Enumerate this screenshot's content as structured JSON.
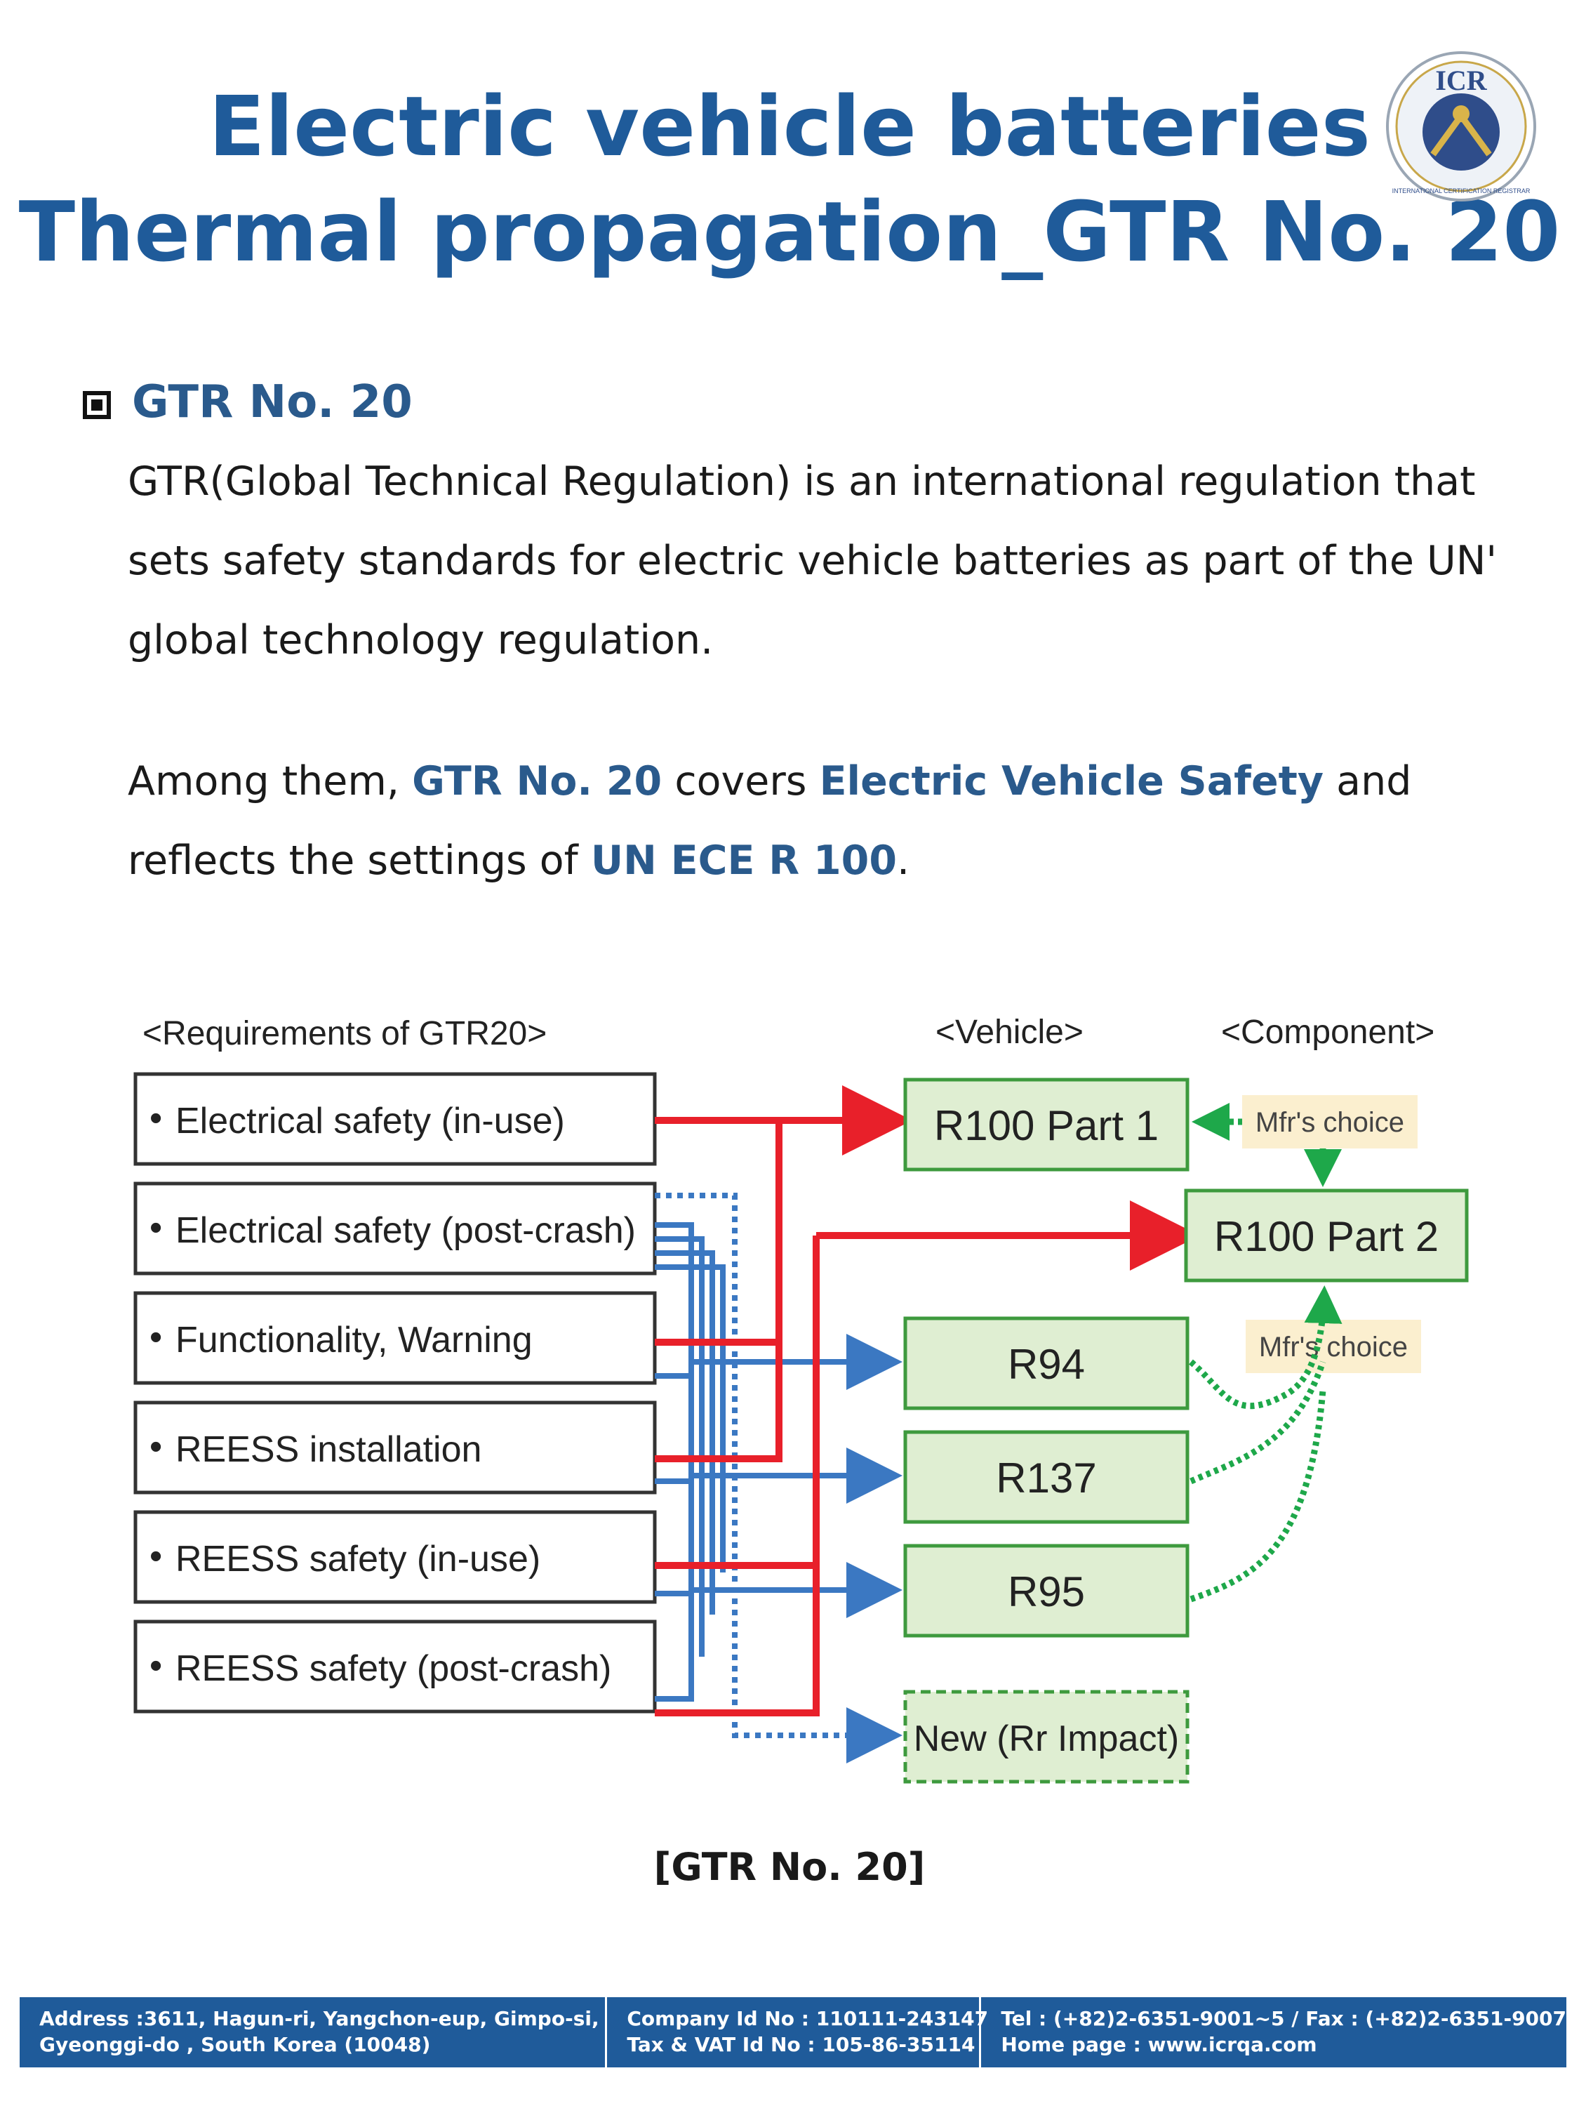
{
  "header": {
    "title_line1": "Electric vehicle batteries",
    "title_line2": "Thermal propagation_GTR No. 20"
  },
  "logo": {
    "text": "ICR",
    "ring_text": "INTERNATIONAL CERTIFICATION REGISTRAR"
  },
  "section": {
    "heading": "GTR No. 20",
    "para1": "GTR(Global Technical Regulation) is an international regulation that sets safety standards for electric vehicle batteries as part of the UN' global technology regulation.",
    "para2": {
      "t1": "Among them, ",
      "b1": "GTR No. 20",
      "t2": " covers ",
      "b2": "Electric Vehicle Safety",
      "t3": " and reflects the settings of ",
      "b3": "UN ECE R 100",
      "t4": "."
    }
  },
  "diagram": {
    "requirements_header": "<Requirements of GTR20>",
    "vehicle_header": "<Vehicle>",
    "component_header": "<Component>",
    "requirements": [
      "Electrical safety (in-use)",
      "Electrical safety (post-crash)",
      "Functionality, Warning",
      "REESS installation",
      "REESS safety (in-use)",
      "REESS safety (post-crash)"
    ],
    "bullet": "•",
    "vehicle_boxes": [
      "R100 Part 1",
      "R94",
      "R137",
      "R95",
      "New (Rr Impact)"
    ],
    "component_box": "R100 Part 2",
    "mfr_choice_1": "Mfr's choice",
    "mfr_choice_2": "Mfr's choice",
    "colors": {
      "red": "#e8202a",
      "blue": "#3b78c2",
      "green": "#1ea84a",
      "box_fill": "#dfeed2",
      "box_stroke": "#3e9a3e",
      "note_fill": "#fbefcf"
    }
  },
  "caption": "[GTR No. 20]",
  "footer": {
    "address_line1": "Address :3611, Hagun-ri, Yangchon-eup, Gimpo-si,",
    "address_line2": "Gyeonggi-do , South Korea (10048)",
    "company_line1": "Company Id No : 110111-243147",
    "company_line2": "Tax & VAT Id No : 105-86-35114",
    "contact_line1": "Tel : (+82)2-6351-9001~5 / Fax : (+82)2-6351-9007",
    "contact_line2": "Home page : www.icrqa.com"
  }
}
